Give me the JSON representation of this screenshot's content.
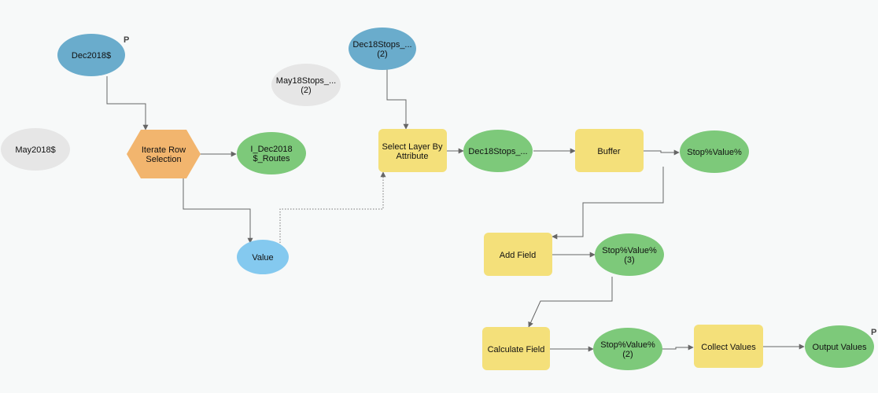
{
  "colors": {
    "background": "#f7f9f9",
    "input_data": "#6aaccc",
    "derived_data": "#7dc97a",
    "tool": "#f4e07a",
    "iterator": "#f2b56e",
    "value": "#84c9ef",
    "inactive": "#e6e6e6",
    "connector": "#666666"
  },
  "nodes": {
    "dec2018": {
      "lines": [
        "Dec2018$"
      ],
      "marker": "P"
    },
    "may2018": {
      "lines": [
        "May2018$"
      ]
    },
    "may18stops": {
      "lines": [
        "May18Stops_...",
        "(2)"
      ]
    },
    "dec18stops2": {
      "lines": [
        "Dec18Stops_...",
        "(2)"
      ]
    },
    "iterate": {
      "lines": [
        "Iterate Row",
        "Selection"
      ]
    },
    "routes": {
      "lines": [
        "I_Dec2018",
        "$_Routes"
      ]
    },
    "value": {
      "lines": [
        "Value"
      ]
    },
    "select_layer": {
      "lines": [
        "Select Layer By",
        "Attribute"
      ]
    },
    "dec18stops": {
      "lines": [
        "Dec18Stops_..."
      ]
    },
    "buffer": {
      "lines": [
        "Buffer"
      ]
    },
    "stopvalue": {
      "lines": [
        "Stop%Value%"
      ]
    },
    "add_field": {
      "lines": [
        "Add Field"
      ]
    },
    "stopvalue3": {
      "lines": [
        "Stop%Value%",
        "(3)"
      ]
    },
    "calc_field": {
      "lines": [
        "Calculate Field"
      ]
    },
    "stopvalue2": {
      "lines": [
        "Stop%Value%",
        "(2)"
      ]
    },
    "collect": {
      "lines": [
        "Collect Values"
      ]
    },
    "output": {
      "lines": [
        "Output Values"
      ],
      "marker": "P"
    }
  }
}
